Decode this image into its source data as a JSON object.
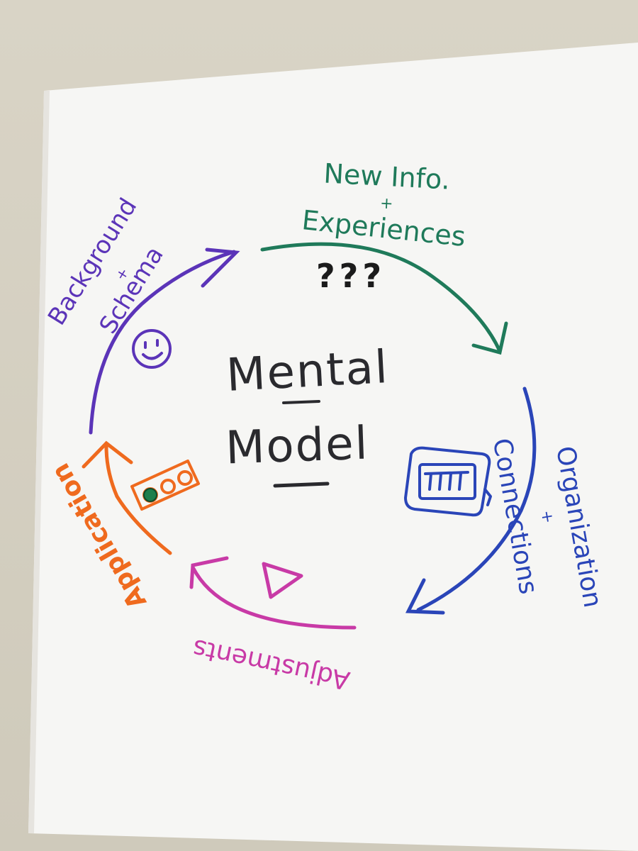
{
  "center": {
    "line1": "Mental",
    "line2": "Model"
  },
  "stages": {
    "new_info": {
      "line1": "New Info.",
      "plus": "+",
      "line2": "Experiences",
      "marks": "???",
      "color": "#1f7a5a"
    },
    "organization": {
      "line1": "Organization",
      "plus": "+",
      "line2": "Connections",
      "color": "#2a45b8"
    },
    "adjustments": {
      "label": "Adjustments",
      "color": "#c83aa6"
    },
    "application": {
      "label": "Application",
      "color": "#ef6a1e"
    },
    "background": {
      "line1": "Background",
      "plus": "+",
      "line2": "Schema",
      "color": "#5b34b8"
    }
  },
  "colors": {
    "paper": "#f6f6f4",
    "ink": "#2a2a2e",
    "sticker": "#1d7f4d"
  },
  "icons": [
    "smiley-face-icon",
    "dashboard-card-icon",
    "play-triangle-icon",
    "traffic-light-icon",
    "sticker-dot"
  ]
}
